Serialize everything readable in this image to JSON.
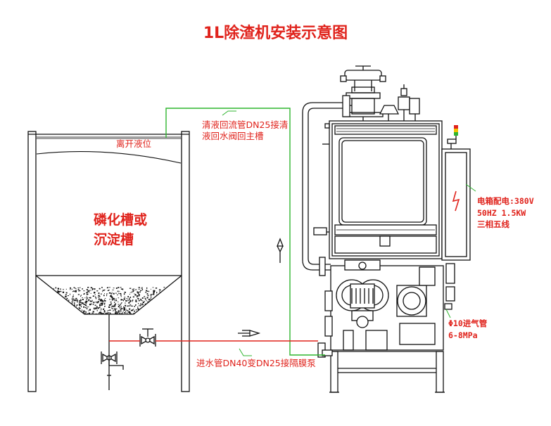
{
  "title": "1L除渣机安装示意图",
  "tank_label": {
    "line1": "磷化槽或",
    "line2": "沉淀槽"
  },
  "leave_level": "离开液位",
  "return_pipe": {
    "line1": "清液回流管DN25接清",
    "line2": "液回水阀回主槽"
  },
  "inlet_pipe": "进水管DN40变DN25接隔膜泵",
  "power": {
    "line1": "电箱配电:380V",
    "line2": "50HZ 1.5KW",
    "line3": "三相五线"
  },
  "air": {
    "line1": "Φ10进气管",
    "line2": "6-8MPa"
  },
  "colors": {
    "text": "#e0231c",
    "return_line": "#2fb52f",
    "inlet_line": "#e0231c",
    "drawing": "#111111"
  }
}
